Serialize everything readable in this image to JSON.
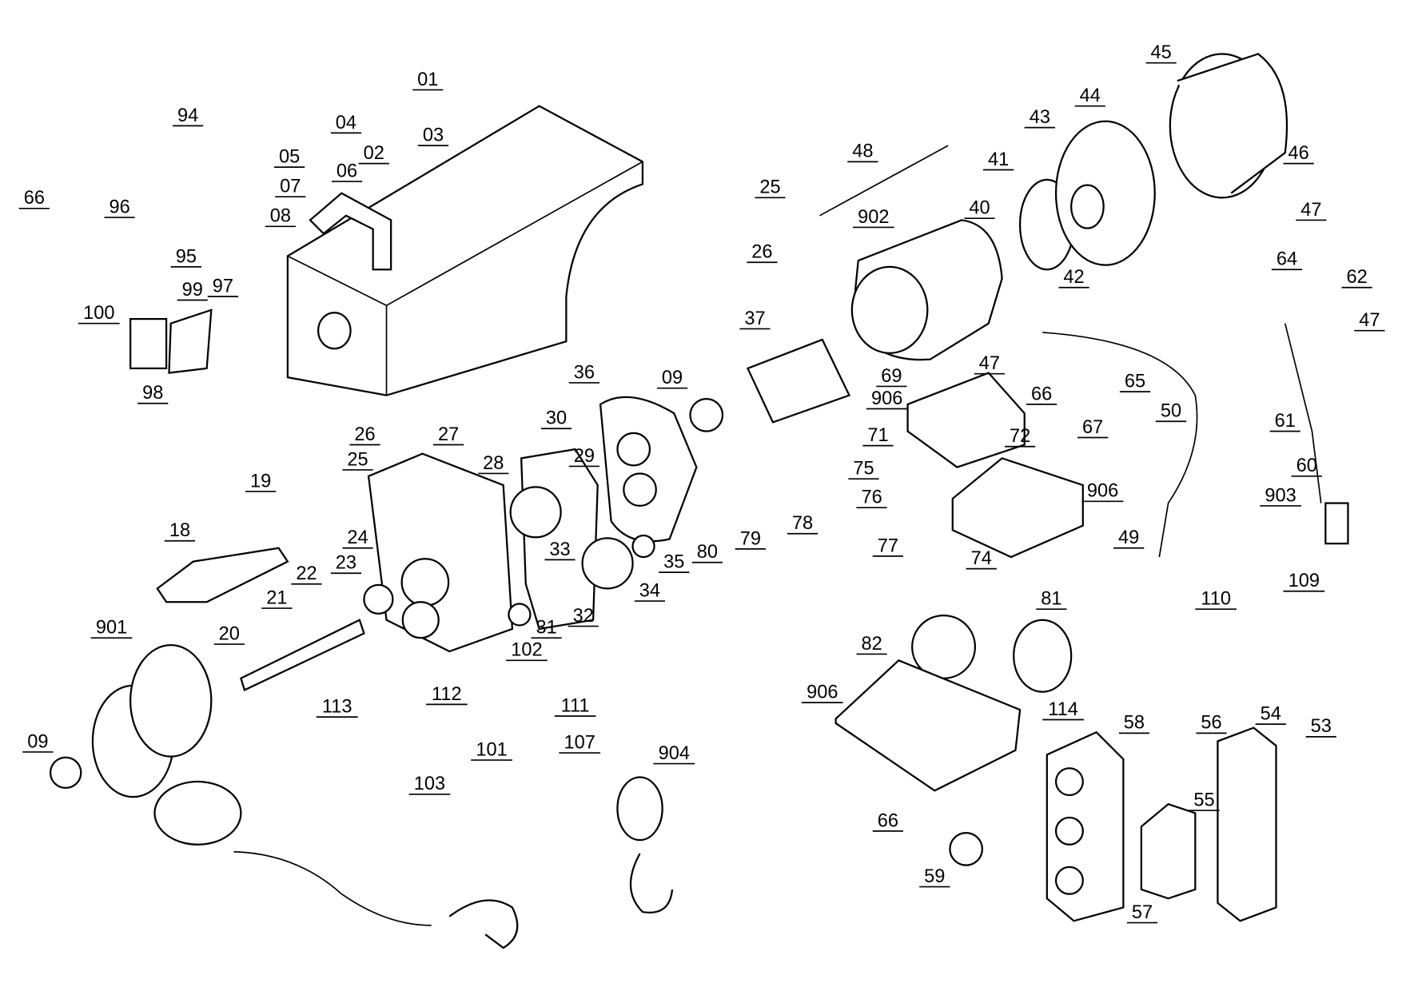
{
  "diagram": {
    "type": "exploded parts diagram",
    "line_color": "#000000",
    "background": "#ffffff",
    "labels": [
      "01",
      "02",
      "03",
      "04",
      "05",
      "06",
      "07",
      "08",
      "94",
      "66",
      "96",
      "95",
      "100",
      "99",
      "97",
      "98",
      "48",
      "25",
      "26",
      "902",
      "41",
      "40",
      "43",
      "44",
      "45",
      "46",
      "47",
      "42",
      "64",
      "62",
      "47",
      "37",
      "47",
      "69",
      "906",
      "66",
      "65",
      "67",
      "50",
      "61",
      "36",
      "09",
      "26",
      "27",
      "25",
      "30",
      "29",
      "28",
      "19",
      "18",
      "24",
      "22",
      "23",
      "21",
      "33",
      "35",
      "34",
      "32",
      "31",
      "71",
      "72",
      "75",
      "76",
      "78",
      "77",
      "79",
      "80",
      "74",
      "906",
      "903",
      "60",
      "49",
      "109",
      "110",
      "81",
      "82",
      "906",
      "114",
      "901",
      "20",
      "113",
      "112",
      "102",
      "111",
      "107",
      "101",
      "103",
      "09",
      "904",
      "58",
      "56",
      "54",
      "53",
      "55",
      "66",
      "59",
      "57"
    ]
  }
}
